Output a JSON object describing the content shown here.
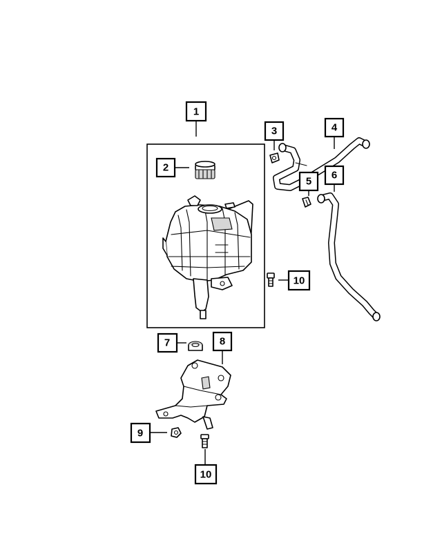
{
  "callouts": [
    {
      "id": "1",
      "label": "1"
    },
    {
      "id": "2",
      "label": "2"
    },
    {
      "id": "3",
      "label": "3"
    },
    {
      "id": "4",
      "label": "4"
    },
    {
      "id": "5",
      "label": "5"
    },
    {
      "id": "6",
      "label": "6"
    },
    {
      "id": "7",
      "label": "7"
    },
    {
      "id": "8",
      "label": "8"
    },
    {
      "id": "9",
      "label": "9"
    },
    {
      "id": "10a",
      "label": "10"
    },
    {
      "id": "10b",
      "label": "10"
    }
  ],
  "colors": {
    "line": "#000000",
    "fill": "#ffffff",
    "shade": "#d6d6d6"
  },
  "icons": [
    "coolant-reservoir-icon",
    "pressure-cap-icon",
    "hose-icon",
    "bracket-icon",
    "bolt-icon",
    "nut-icon",
    "clamp-icon",
    "grommet-icon"
  ]
}
